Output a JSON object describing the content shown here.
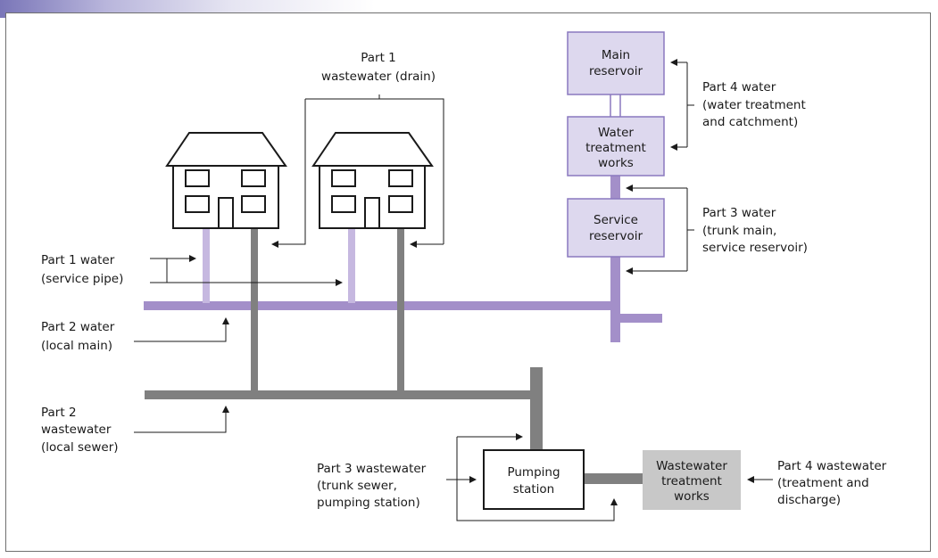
{
  "labels": {
    "part1_wastewater": [
      "Part 1",
      "wastewater (drain)"
    ],
    "part1_water": [
      "Part 1 water",
      "(service pipe)"
    ],
    "part2_water": [
      "Part 2 water",
      "(local main)"
    ],
    "part2_wastewater": [
      "Part 2",
      "wastewater",
      "(local sewer)"
    ],
    "part3_water": [
      "Part 3 water",
      "(trunk main,",
      "service reservoir)"
    ],
    "part4_water": [
      "Part 4 water",
      "(water treatment",
      "and catchment)"
    ],
    "part3_wastewater": [
      "Part 3 wastewater",
      "(trunk sewer,",
      "pumping station)"
    ],
    "part4_wastewater": [
      "Part 4 wastewater",
      "(treatment and",
      "discharge)"
    ]
  },
  "boxes": {
    "main_reservoir": [
      "Main",
      "reservoir"
    ],
    "water_treatment_works": [
      "Water",
      "treatment",
      "works"
    ],
    "service_reservoir": [
      "Service",
      "reservoir"
    ],
    "pumping_station": [
      "Pumping",
      "station"
    ],
    "wastewater_treatment_works": [
      "Wastewater",
      "treatment",
      "works"
    ]
  },
  "colors": {
    "water_pipe": "#a38fc9",
    "service_pipe": "#c6b8e0",
    "sewer_pipe": "#808080",
    "water_box_fill": "#ddd8ee",
    "water_box_stroke": "#8a78bf",
    "wastewater_box_fill": "#c8c8c8",
    "line": "#1a1a1a"
  }
}
